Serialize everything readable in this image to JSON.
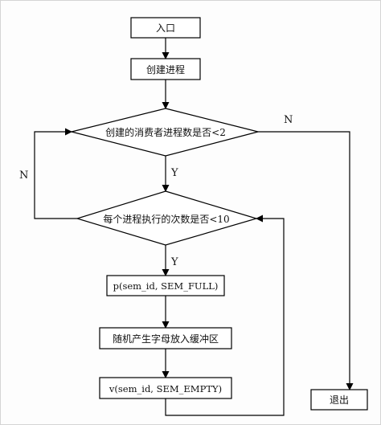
{
  "nodes": {
    "entry": "入口",
    "create_process": "创建进程",
    "check_consumers": "创建的消费者进程数是否<2",
    "check_iterations": "每个进程执行的次数是否<10",
    "p_op": "p(sem_id, SEM_FULL)",
    "produce": "随机产生字母放入缓冲区",
    "v_op": "v(sem_id, SEM_EMPTY)",
    "exit": "退出"
  },
  "labels": {
    "yes_1": "Y",
    "yes_2": "Y",
    "no_right": "N",
    "no_left": "N"
  }
}
